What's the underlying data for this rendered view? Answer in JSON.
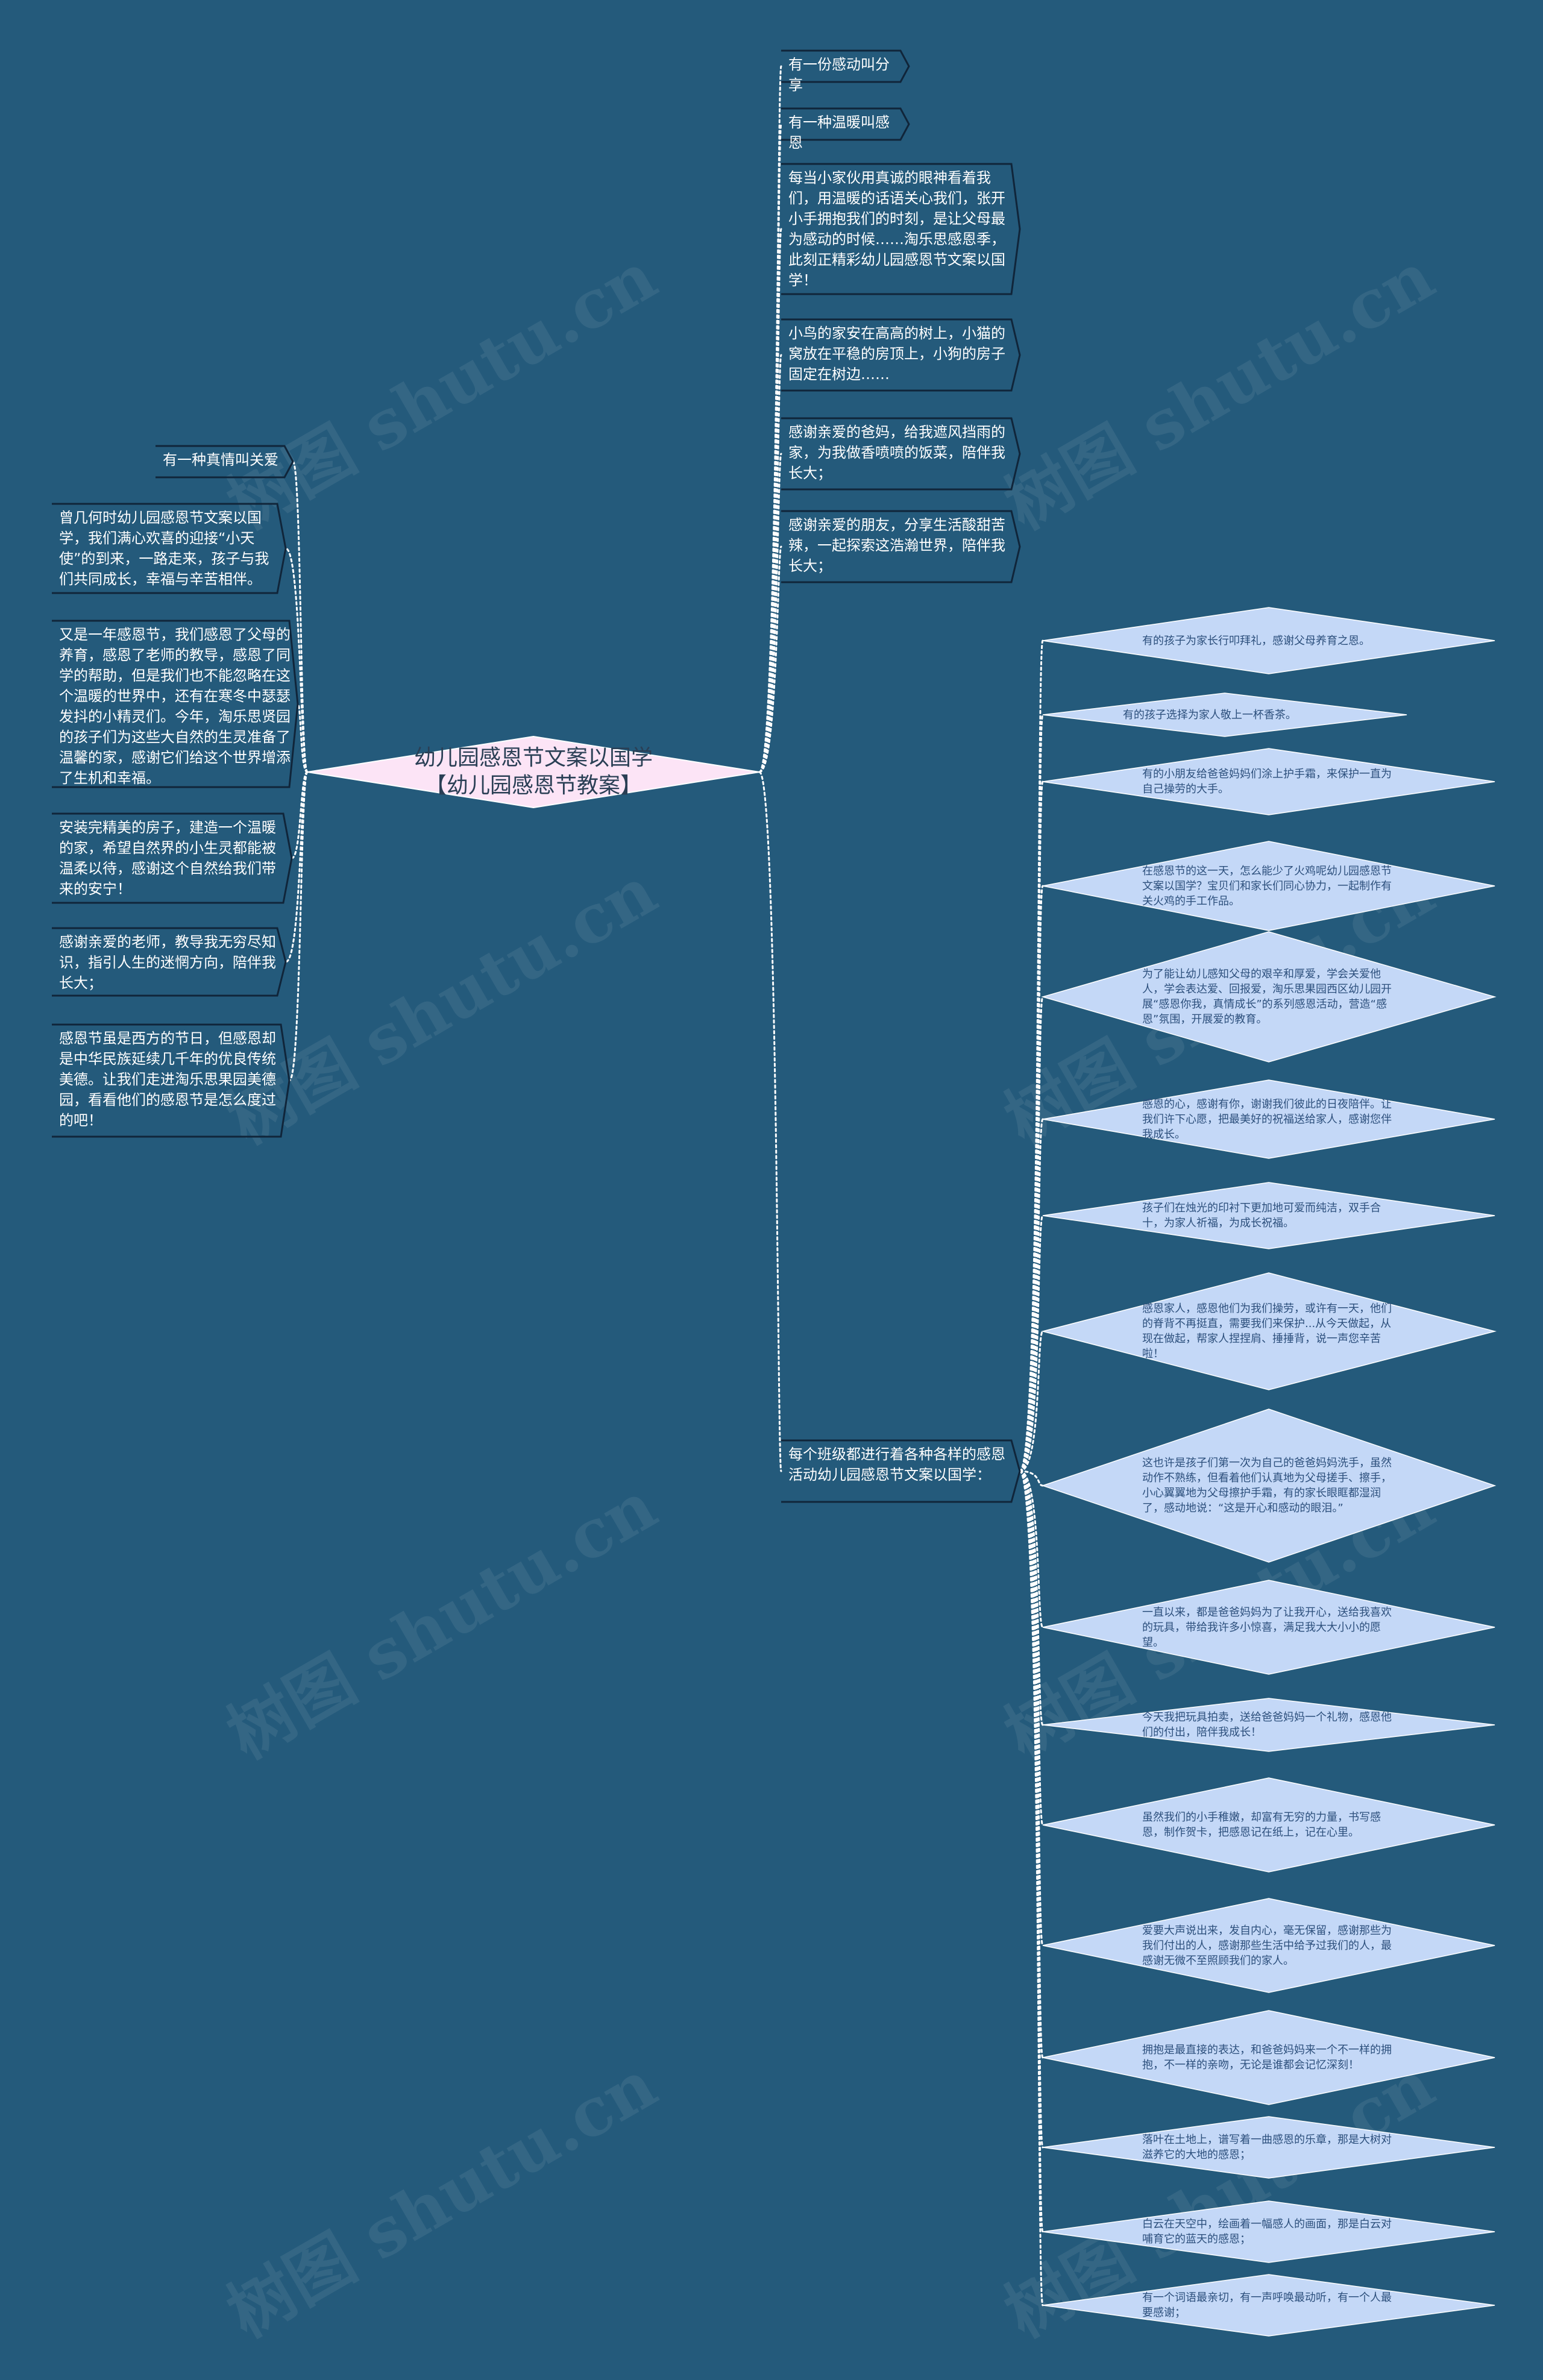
{
  "watermark": "树图 shutu.cn",
  "colors": {
    "background": "#245a7b",
    "root_fill": "#fce4f6",
    "diamond_fill": "#c4d8f7",
    "line": "#ffffff",
    "text_light": "#ffffff",
    "text_diamond": "#2c4f7c",
    "text_root": "#2a3f55"
  },
  "root": {
    "label": "幼儿园感恩节文案以国学【幼儿园感恩节教案】"
  },
  "left": [
    {
      "id": "L0",
      "text": "有一种真情叫关爱"
    },
    {
      "id": "L1",
      "text": "曾几何时幼儿园感恩节文案以国学，我们满心欢喜的迎接“小天使”的到来，一路走来，孩子与我们共同成长，幸福与辛苦相伴。"
    },
    {
      "id": "L2",
      "text": "又是一年感恩节，我们感恩了父母的养育，感恩了老师的教导，感恩了同学的帮助，但是我们也不能忽略在这个温暖的世界中，还有在寒冬中瑟瑟发抖的小精灵们。今年，淘乐思贤园的孩子们为这些大自然的生灵准备了温馨的家，感谢它们给这个世界增添了生机和幸福。"
    },
    {
      "id": "L3",
      "text": "安装完精美的房子，建造一个温暖的家，希望自然界的小生灵都能被温柔以待，感谢这个自然给我们带来的安宁！"
    },
    {
      "id": "L4",
      "text": "感谢亲爱的老师，教导我无穷尽知识，指引人生的迷惘方向，陪伴我长大；"
    },
    {
      "id": "L5",
      "text": "感恩节虽是西方的节日，但感恩却是中华民族延续几千年的优良传统美德。让我们走进淘乐思果园美德园，看看他们的感恩节是怎么度过的吧！"
    }
  ],
  "right": [
    {
      "id": "R0",
      "text": "有一份感动叫分享"
    },
    {
      "id": "R1",
      "text": "有一种温暖叫感恩"
    },
    {
      "id": "R2",
      "text": "每当小家伙用真诚的眼神看着我们，用温暖的话语关心我们，张开小手拥抱我们的时刻，是让父母最为感动的时候……淘乐思感恩季，此刻正精彩幼儿园感恩节文案以国学！"
    },
    {
      "id": "R3",
      "text": "小鸟的家安在高高的树上，小猫的窝放在平稳的房顶上，小狗的房子固定在树边……"
    },
    {
      "id": "R4",
      "text": "感谢亲爱的爸妈，给我遮风挡雨的家，为我做香喷喷的饭菜，陪伴我长大；"
    },
    {
      "id": "R5",
      "text": "感谢亲爱的朋友，分享生活酸甜苦辣，一起探索这浩瀚世界，陪伴我长大；"
    },
    {
      "id": "R6",
      "text": "每个班级都进行着各种各样的感恩活动幼儿园感恩节文案以国学："
    }
  ],
  "diamonds": [
    {
      "id": "D0",
      "text": "有的孩子为家长行叩拜礼，感谢父母养育之恩。"
    },
    {
      "id": "D1",
      "text": "有的孩子选择为家人敬上一杯香茶。"
    },
    {
      "id": "D2",
      "text": "有的小朋友给爸爸妈妈们涂上护手霜，来保护一直为自己操劳的大手。"
    },
    {
      "id": "D3",
      "text": "在感恩节的这一天，怎么能少了火鸡呢幼儿园感恩节文案以国学？宝贝们和家长们同心协力，一起制作有关火鸡的手工作品。"
    },
    {
      "id": "D4",
      "text": "为了能让幼儿感知父母的艰辛和厚爱，学会关爱他人，学会表达爱、回报爱，淘乐思果园西区幼儿园开展“感恩你我，真情成长”的系列感恩活动，营造“感恩”氛围，开展爱的教育。"
    },
    {
      "id": "D5",
      "text": "感恩的心，感谢有你，谢谢我们彼此的日夜陪伴。让我们许下心愿，把最美好的祝福送给家人，感谢您伴我成长。"
    },
    {
      "id": "D6",
      "text": "孩子们在烛光的印衬下更加地可爱而纯洁，双手合十，为家人祈福，为成长祝福。"
    },
    {
      "id": "D7",
      "text": "感恩家人，感恩他们为我们操劳，或许有一天，他们的脊背不再挺直，需要我们来保护...从今天做起，从现在做起，帮家人捏捏肩、捶捶背，说一声您辛苦啦！"
    },
    {
      "id": "D8",
      "text": "这也许是孩子们第一次为自己的爸爸妈妈洗手，虽然动作不熟练，但看着他们认真地为父母搓手、擦手，小心翼翼地为父母擦护手霜，有的家长眼眶都湿润了，感动地说：“这是开心和感动的眼泪。”"
    },
    {
      "id": "D9",
      "text": "一直以来，都是爸爸妈妈为了让我开心，送给我喜欢的玩具，带给我许多小惊喜，满足我大大小小的愿望。"
    },
    {
      "id": "D10",
      "text": "今天我把玩具拍卖，送给爸爸妈妈一个礼物，感恩他们的付出，陪伴我成长！"
    },
    {
      "id": "D11",
      "text": "虽然我们的小手稚嫩，却富有无穷的力量，书写感恩，制作贺卡，把感恩记在纸上，记在心里。"
    },
    {
      "id": "D12",
      "text": "爱要大声说出来，发自内心，毫无保留，感谢那些为我们付出的人，感谢那些生活中给予过我们的人，最感谢无微不至照顾我们的家人。"
    },
    {
      "id": "D13",
      "text": "拥抱是最直接的表达，和爸爸妈妈来一个不一样的拥抱，不一样的亲吻，无论是谁都会记忆深刻！"
    },
    {
      "id": "D14",
      "text": "落叶在土地上，谱写着一曲感恩的乐章，那是大树对滋养它的大地的感恩；"
    },
    {
      "id": "D15",
      "text": "白云在天空中，绘画着一幅感人的画面，那是白云对哺育它的蓝天的感恩；"
    },
    {
      "id": "D16",
      "text": "有一个词语最亲切，有一声呼唤最动听，有一个人最要感谢；"
    }
  ]
}
